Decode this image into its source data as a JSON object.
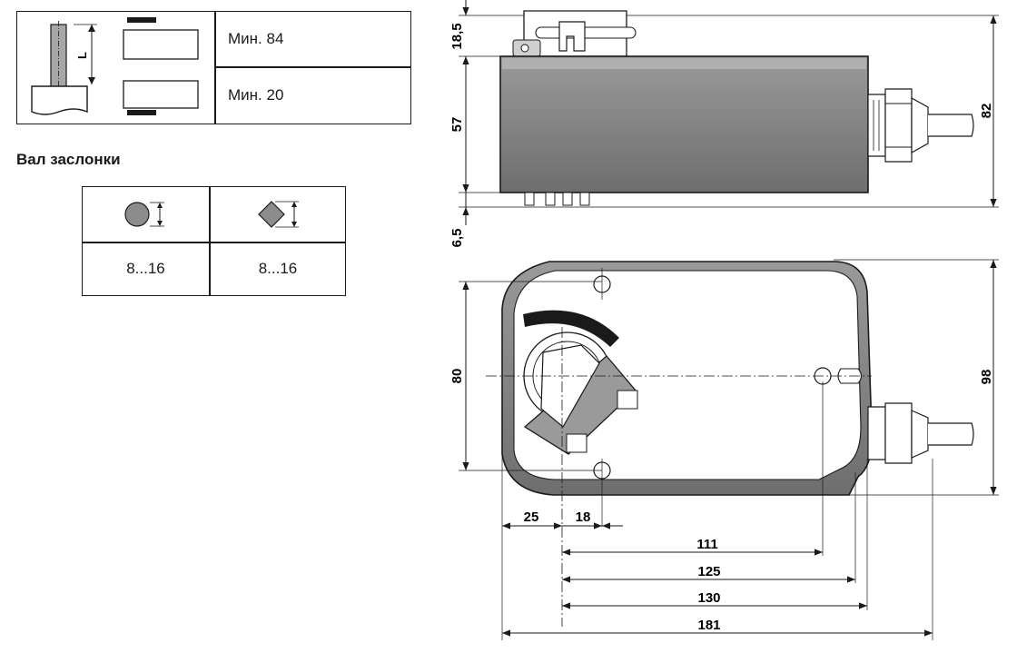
{
  "shaft_length_table": {
    "row_top": "Мин. 84",
    "row_bottom": "Мин. 20",
    "length_label": "L"
  },
  "shaft_section": {
    "heading": "Вал заслонки",
    "round_range": "8...16",
    "square_range": "8...16",
    "icons": [
      "round-shaft-icon",
      "square-shaft-icon"
    ]
  },
  "side_view_dims": {
    "top": "18,5",
    "body": "57",
    "bottom": "6,5",
    "total_height": "82"
  },
  "front_view_dims": {
    "hole_spacing": "80",
    "total_height": "98",
    "left_offset": "25",
    "axis_offset": "18",
    "d111": "111",
    "d125": "125",
    "d130": "130",
    "d181": "181"
  },
  "colors": {
    "line": "#1a1a1a",
    "body_fill": "#8c8c8c",
    "body_dark": "#5a5a5a",
    "shaft_fill": "#a6a6a6"
  }
}
